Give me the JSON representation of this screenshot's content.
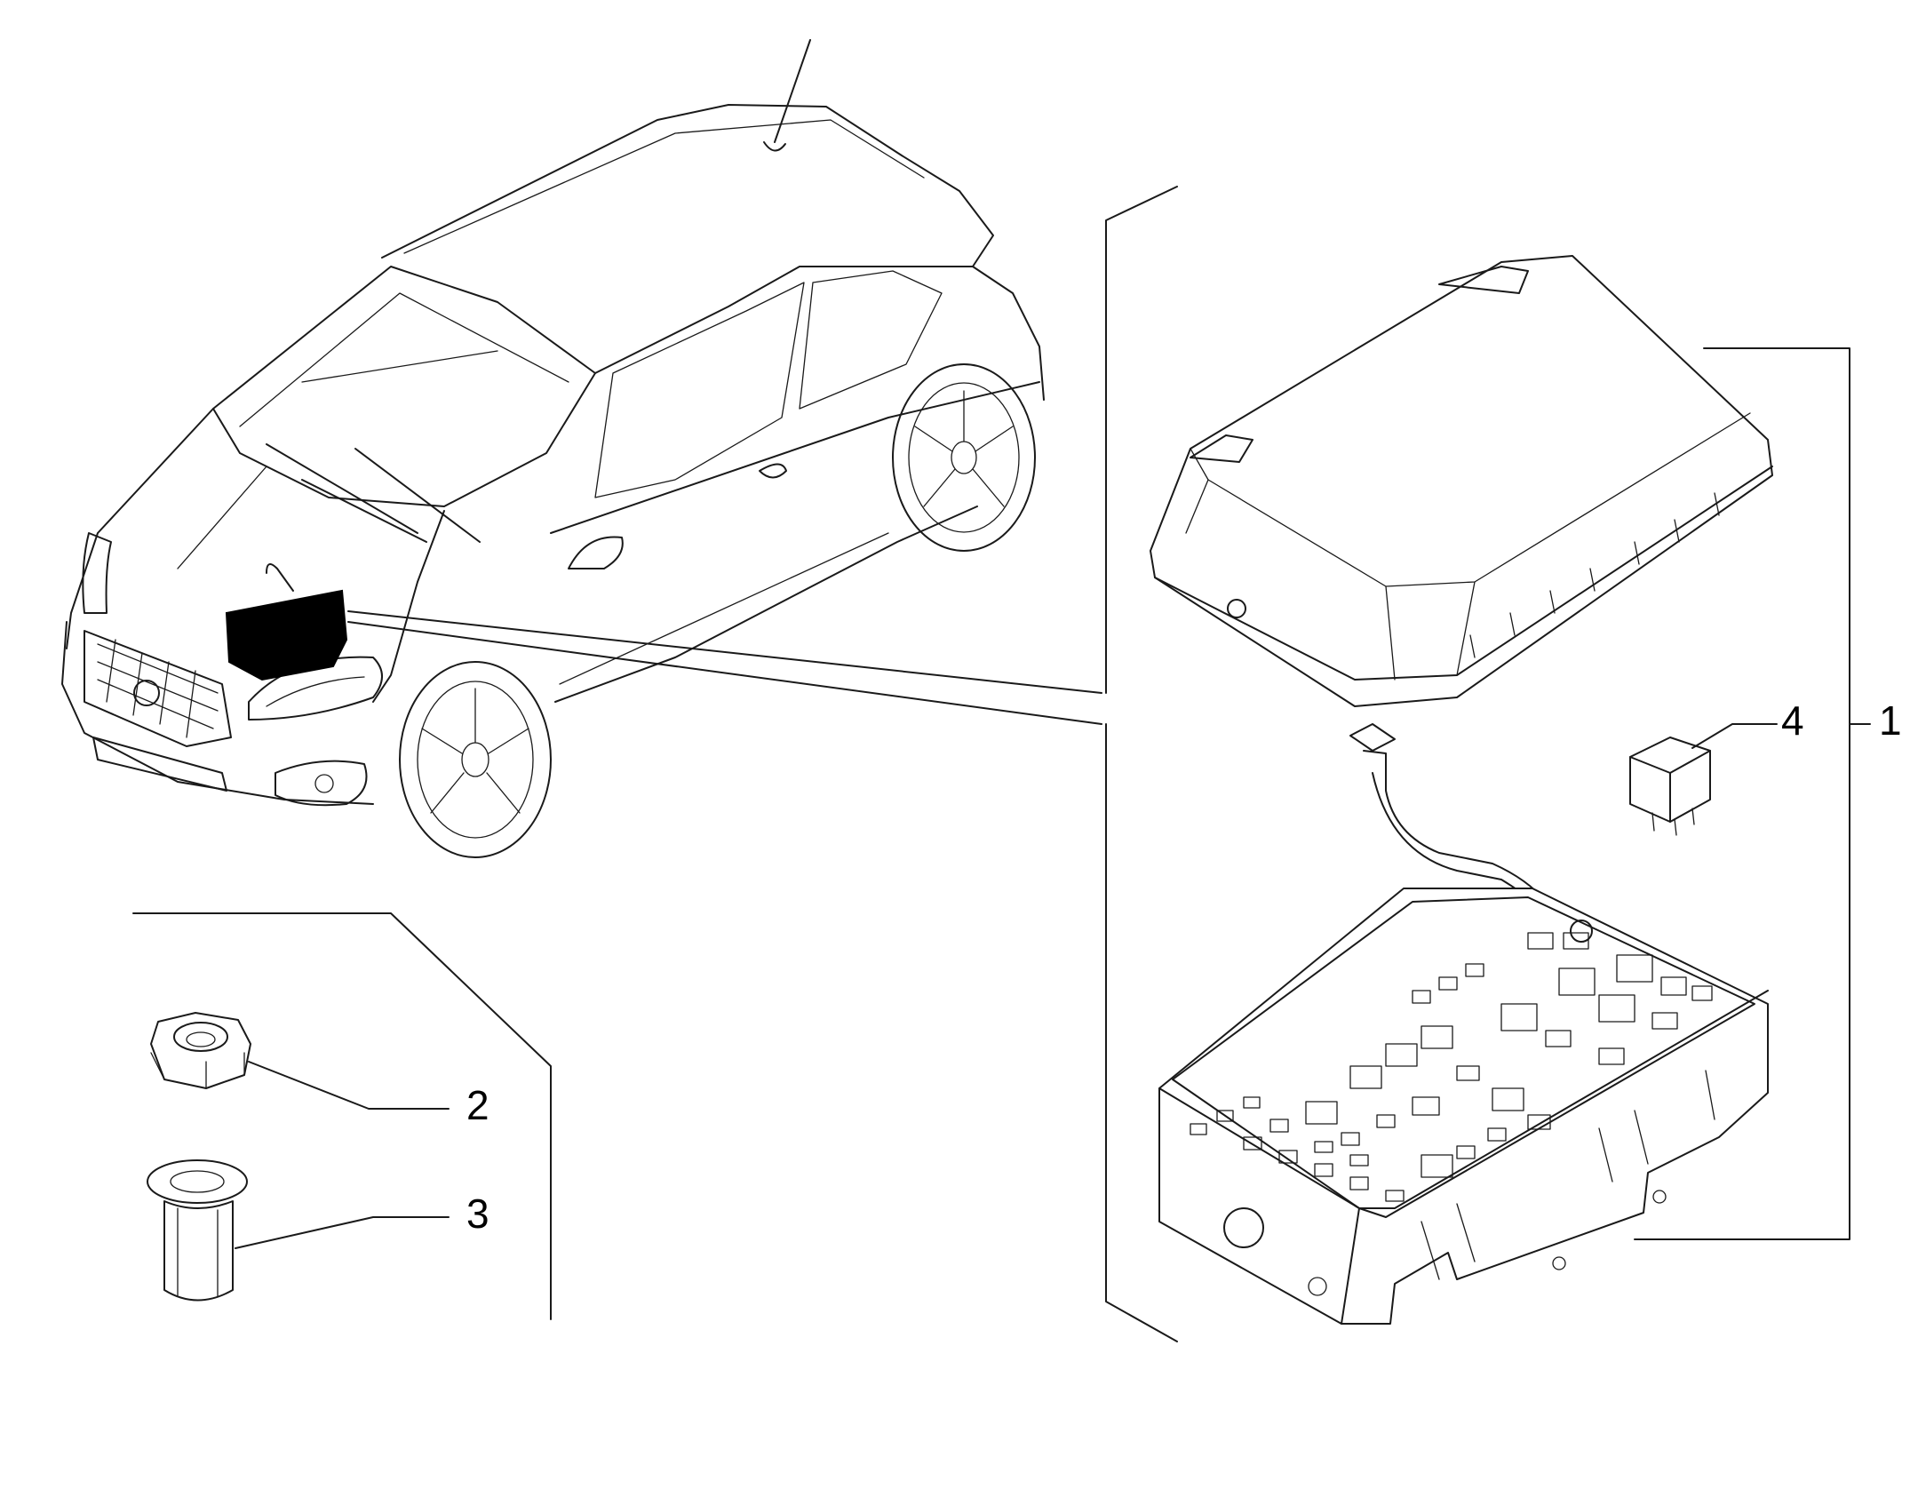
{
  "callouts": [
    {
      "id": "1",
      "text": "1"
    },
    {
      "id": "2",
      "text": "2"
    },
    {
      "id": "3",
      "text": "3"
    },
    {
      "id": "4",
      "text": "4"
    }
  ],
  "colors": {
    "line": "#1a1a1a",
    "background": "#ffffff",
    "highlight": "#000000"
  }
}
